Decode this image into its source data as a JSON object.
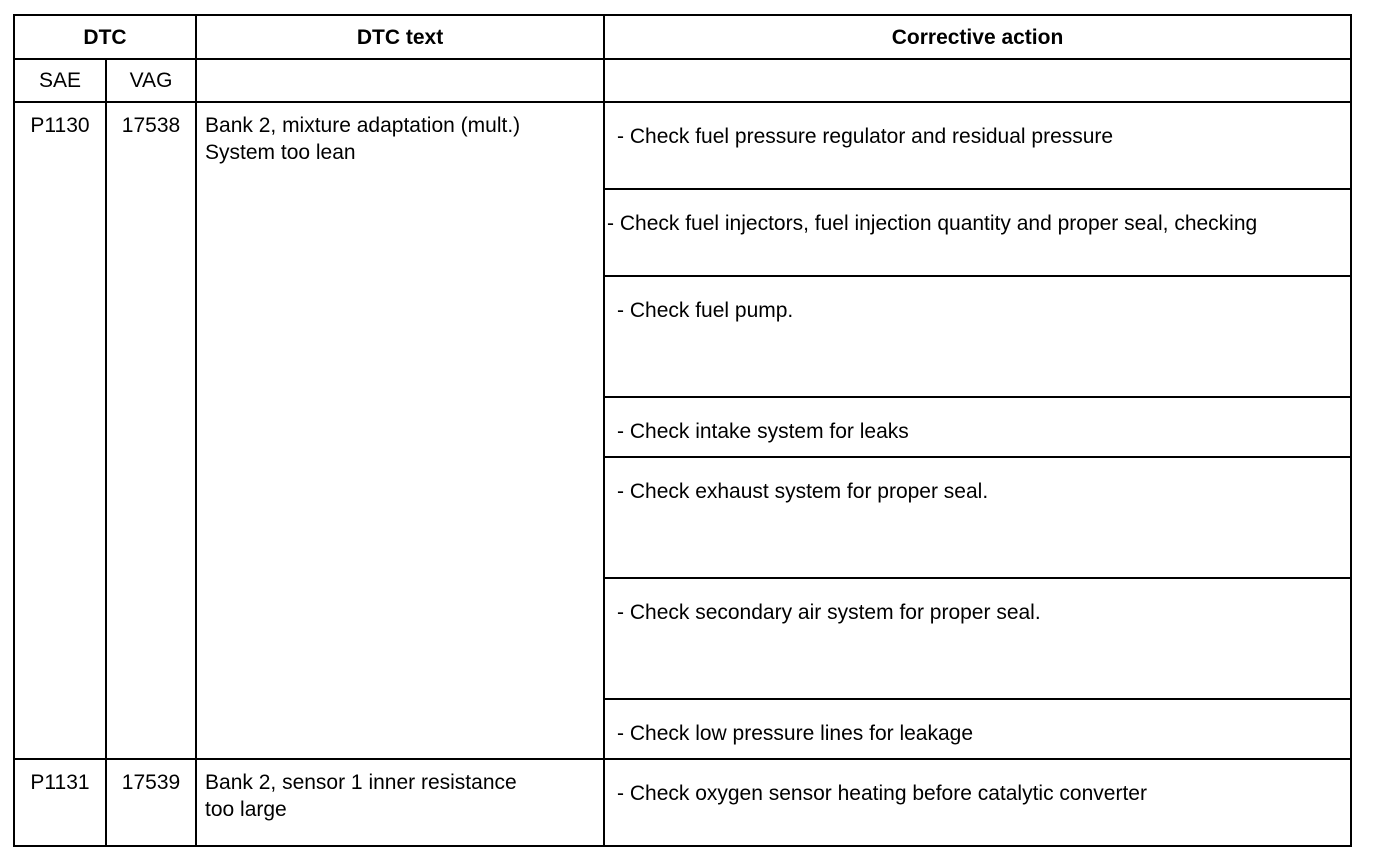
{
  "header": {
    "dtc": "DTC",
    "dtc_text": "DTC text",
    "corrective_action": "Corrective action",
    "sae": "SAE",
    "vag": "VAG"
  },
  "rows": [
    {
      "sae": "P1130",
      "vag": "17538",
      "text_line1": "Bank 2, mixture adaptation (mult.)",
      "text_line2": "System too lean",
      "actions": [
        "- Check fuel pressure regulator and residual pressure",
        "- Check fuel injectors, fuel injection quantity and proper seal, checking",
        "- Check fuel pump.",
        "- Check intake system for leaks",
        "- Check exhaust system for proper seal.",
        "- Check secondary air system for proper seal.",
        "- Check low pressure lines for leakage"
      ]
    },
    {
      "sae": "P1131",
      "vag": "17539",
      "text_line1": "Bank 2, sensor 1 inner resistance",
      "text_line2": "too large",
      "actions": [
        "- Check oxygen sensor heating before catalytic converter"
      ]
    }
  ]
}
